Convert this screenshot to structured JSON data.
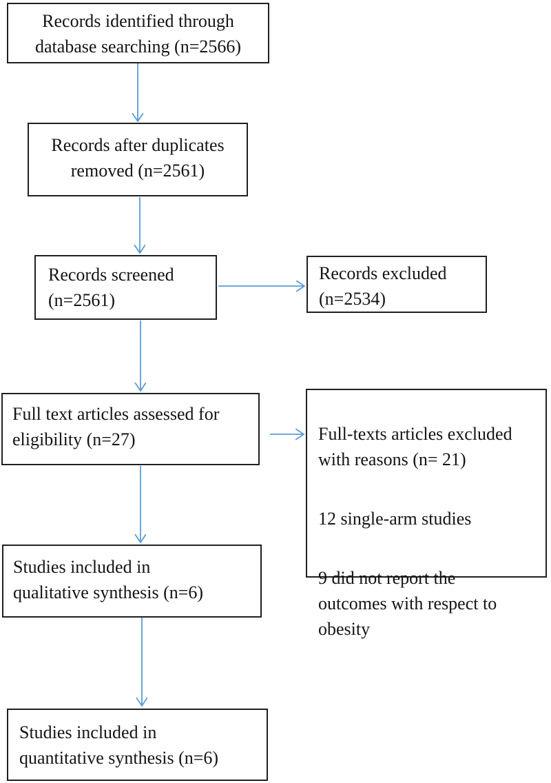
{
  "diagram": {
    "title": "PRISMA study selection flow diagram",
    "arrow_color": "#5b9bd5",
    "border_color": "#1f1f1f",
    "text_color": "#141414",
    "boxes": {
      "identified": "Records identified through\ndatabase searching (n=2566)",
      "duplicates": "Records after duplicates\nremoved (n=2561)",
      "screened": "Records screened\n(n=2561)",
      "excluded": "Records excluded\n(n=2534)",
      "fulltext_assessed": "Full text articles assessed for\neligibility (n=27)",
      "excluded_reasons": {
        "heading": "Full-texts articles excluded\nwith reasons (n= 21)",
        "reason_1": "12 single-arm studies",
        "reason_2": "9 did not report the\noutcomes with respect to\nobesity"
      },
      "qualitative": "Studies included in\nqualitative synthesis (n=6)",
      "quantitative": "Studies included in\nquantitative synthesis (n=6)"
    }
  }
}
